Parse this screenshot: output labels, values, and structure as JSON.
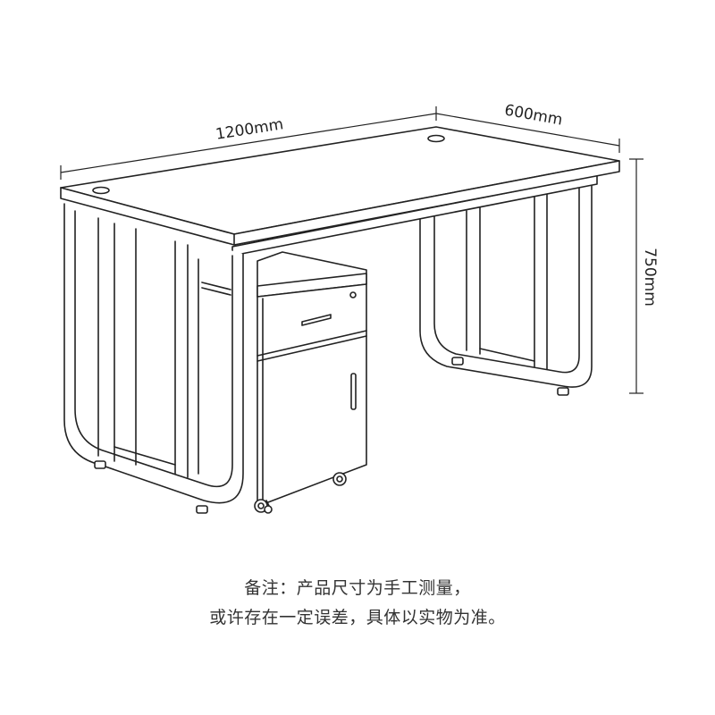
{
  "dimensions": {
    "length": "1200mm",
    "depth": "600mm",
    "height": "750mm"
  },
  "note": {
    "line1": "备注：产品尺寸为手工测量，",
    "line2": "或许存在一定误差，具体以实物为准。"
  },
  "colors": {
    "line": "#222222",
    "background": "#ffffff"
  }
}
